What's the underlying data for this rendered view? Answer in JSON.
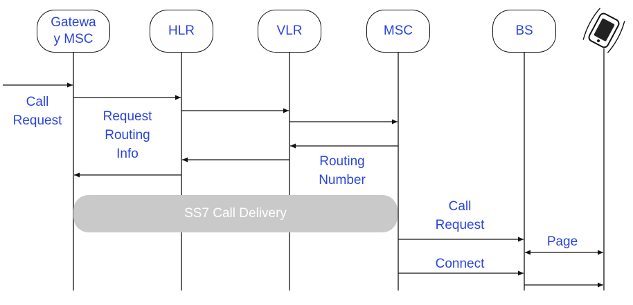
{
  "entities": {
    "gateway": "Gatewa\ny MSC",
    "hlr": "HLR",
    "vlr": "VLR",
    "msc": "MSC",
    "bs": "BS"
  },
  "labels": {
    "call_request_1": "Call\nRequest",
    "request_routing_info": "Request\nRouting\nInfo",
    "routing_number": "Routing\nNumber",
    "call_request_2": "Call\nRequest",
    "page": "Page",
    "connect": "Connect"
  },
  "band": {
    "text": "SS7 Call Delivery"
  },
  "icons": {
    "mobile": "mobile-phone-icon"
  },
  "colors": {
    "text": "#2a44e0",
    "band": "#c9c9c9",
    "line": "#111111"
  }
}
